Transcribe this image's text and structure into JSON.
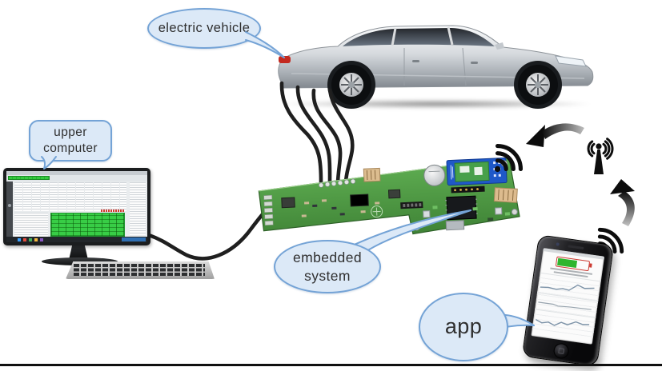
{
  "callouts": {
    "electric_vehicle": "electric vehicle",
    "upper_computer": "upper\ncomputer",
    "embedded_system": "embedded\nsystem",
    "app": "app"
  },
  "colors": {
    "callout_fill": "#dce9f7",
    "callout_border": "#74a3d6",
    "callout_text": "#2f2f2f",
    "pcb_green": "#53a045",
    "module_blue": "#1f58c8",
    "screen_grid_green": "#38cd46",
    "battery_green": "#2eb52e",
    "battery_border_red": "#cc3b33",
    "wireless_icon_black": "#0d0d0d",
    "cable_black": "#1f1f1f"
  },
  "icons": {
    "pcb_wifi": "wifi-signal",
    "phone_wifi": "wifi-signal",
    "antenna": "radio-antenna",
    "arrow_antenna_to_board": "curved-arrow",
    "arrow_phone_to_antenna": "curved-arrow"
  },
  "connections": [
    {
      "from": "electric vehicle",
      "to": "embedded system",
      "type": "wired",
      "cable_count": 4
    },
    {
      "from": "upper computer",
      "to": "embedded system",
      "type": "wired",
      "cable_count": 1
    },
    {
      "from": "embedded system",
      "to": "app",
      "type": "wireless"
    }
  ]
}
